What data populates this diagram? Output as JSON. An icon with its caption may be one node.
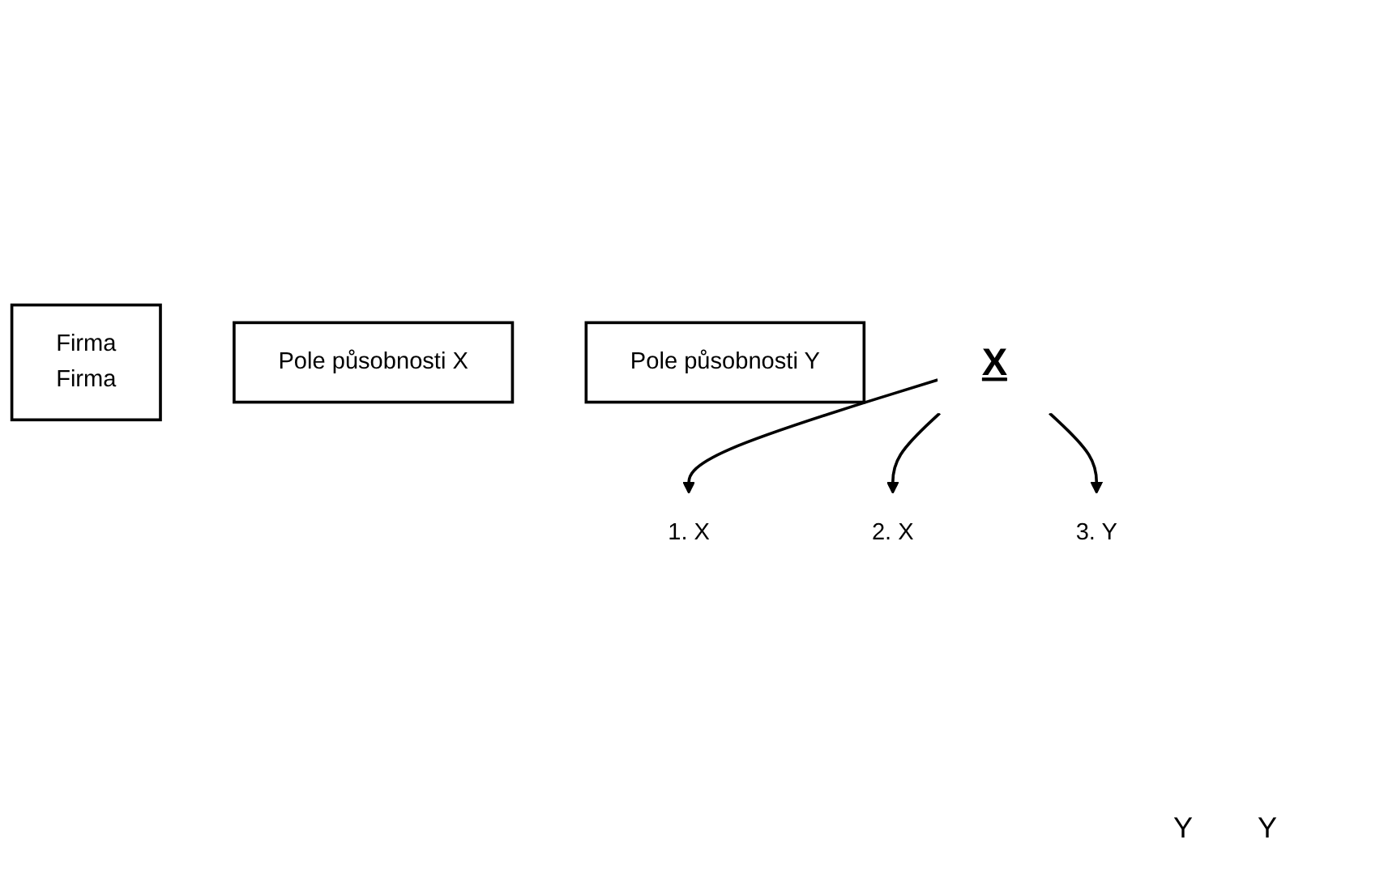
{
  "diagram": {
    "nodes": [
      {
        "text": [
          "Firma",
          "Firma"
        ]
      },
      {
        "text": [
          "Pole působnosti X"
        ]
      },
      {
        "text": [
          "Pole působnosti Y"
        ]
      },
      {
        "text": [
          "1. X"
        ]
      },
      {
        "text": [
          "3. Y"
        ]
      },
      {
        "text": [
          "2. X"
        ]
      },
      {
        "text": [
          "X"
        ]
      }
    ],
    "edges": [
      {
        "from": 6,
        "to": 3,
        "arrow": "to"
      },
      {
        "from": 6,
        "to": 5,
        "arrow": "to"
      },
      {
        "from": 6,
        "to": 4,
        "arrow": "to"
      }
    ],
    "labels": [
      "Y",
      "Y"
    ]
  }
}
